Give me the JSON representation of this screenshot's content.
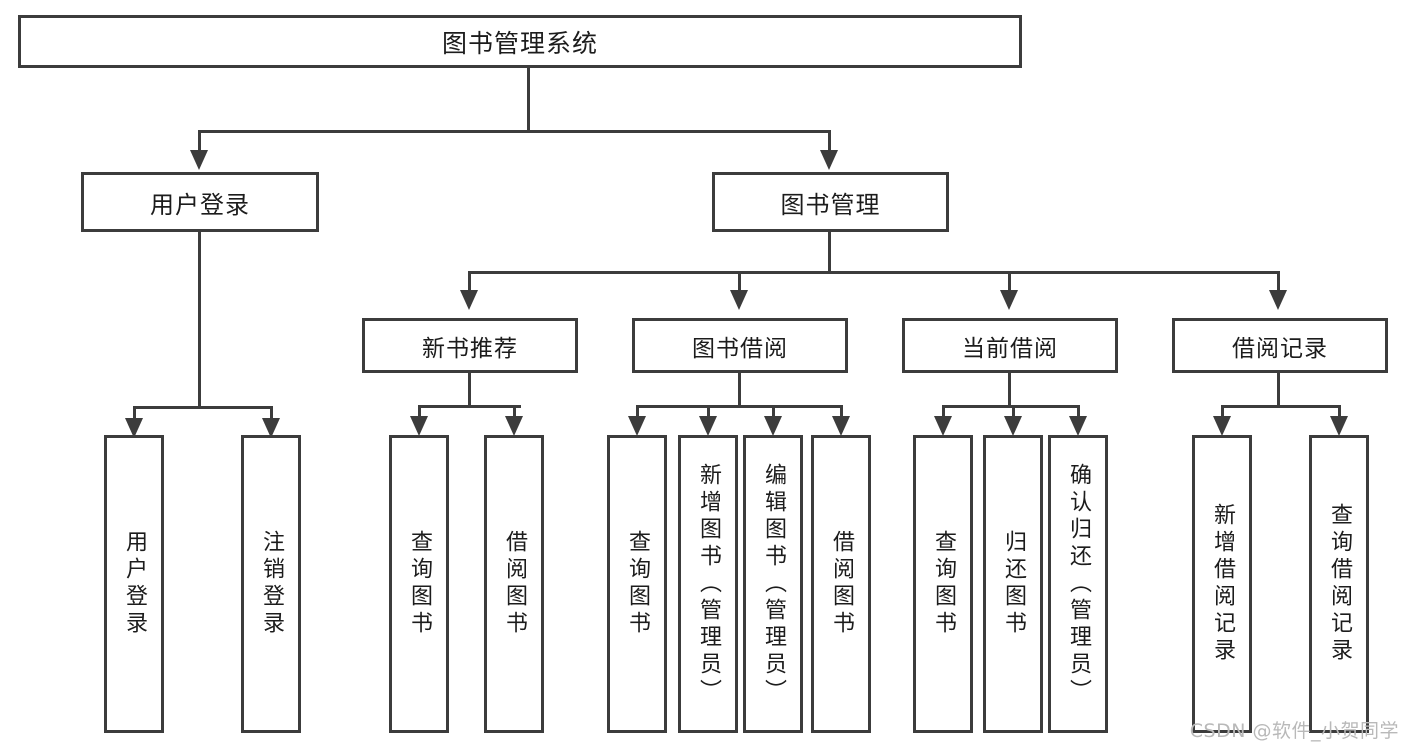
{
  "diagram": {
    "type": "tree-hierarchy-chart",
    "title": "图书管理系统",
    "stroke_color": "#3c3c3c",
    "background_color": "#ffffff",
    "text_color": "#1c1c1c",
    "root": {
      "label": "图书管理系统"
    },
    "level2": [
      {
        "label": "用户登录"
      },
      {
        "label": "图书管理"
      }
    ],
    "level3": [
      {
        "label": "新书推荐"
      },
      {
        "label": "图书借阅"
      },
      {
        "label": "当前借阅"
      },
      {
        "label": "借阅记录"
      }
    ],
    "leaves": {
      "user_login": [
        {
          "label": "用户登录"
        },
        {
          "label": "注销登录"
        }
      ],
      "new_book_recommend": [
        {
          "label": "查询图书"
        },
        {
          "label": "借阅图书"
        }
      ],
      "book_borrow": [
        {
          "label": "查询图书"
        },
        {
          "label": "新增图书（管理员）"
        },
        {
          "label": "编辑图书（管理员）"
        },
        {
          "label": "借阅图书"
        }
      ],
      "current_borrow": [
        {
          "label": "查询图书"
        },
        {
          "label": "归还图书"
        },
        {
          "label": "确认归还（管理员）"
        }
      ],
      "borrow_records": [
        {
          "label": "新增借阅记录"
        },
        {
          "label": "查询借阅记录"
        }
      ]
    }
  },
  "watermark": {
    "text": "CSDN @软件_小贺同学"
  }
}
